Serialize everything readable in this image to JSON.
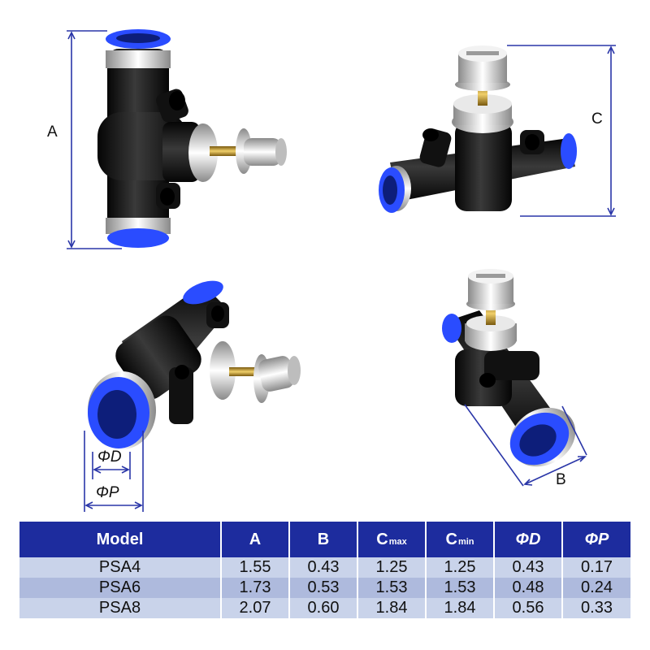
{
  "dimension_labels": {
    "a": "A",
    "b": "B",
    "c": "C",
    "d": "ΦD",
    "p": "ΦP"
  },
  "colors": {
    "body": "#111111",
    "port": "#1a3bd6",
    "metal": "#d9d9d9",
    "brass": "#c9a13a",
    "header_bg": "#1d2c9e",
    "row_light": "#c9d3ea",
    "row_dark": "#aebadd",
    "dimension_line": "#2a36a8"
  },
  "table": {
    "headers": {
      "model": "Model",
      "a": "A",
      "b": "B",
      "cmax": "C",
      "cmax_sub": "max",
      "cmin": "C",
      "cmin_sub": "min",
      "d": "ΦD",
      "p": "ΦP"
    },
    "rows": [
      {
        "model": "PSA4",
        "a": "1.55",
        "b": "0.43",
        "cmax": "1.25",
        "cmin": "1.25",
        "d": "0.43",
        "p": "0.17"
      },
      {
        "model": "PSA6",
        "a": "1.73",
        "b": "0.53",
        "cmax": "1.53",
        "cmin": "1.53",
        "d": "0.48",
        "p": "0.24"
      },
      {
        "model": "PSA8",
        "a": "2.07",
        "b": "0.60",
        "cmax": "1.84",
        "cmin": "1.84",
        "d": "0.56",
        "p": "0.33"
      }
    ]
  }
}
